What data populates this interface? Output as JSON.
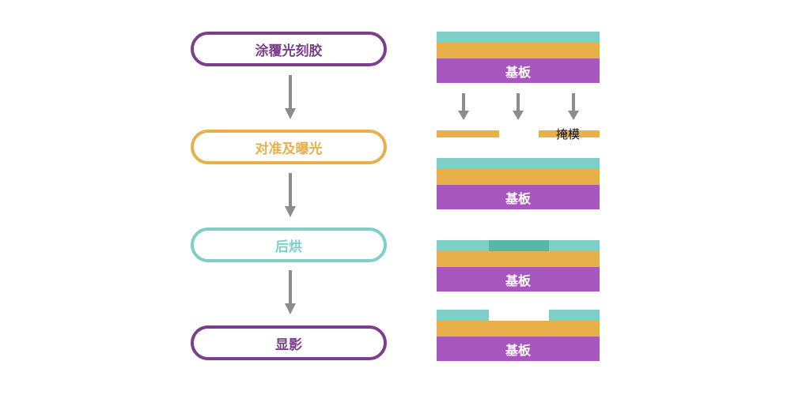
{
  "steps": [
    {
      "label": "涂覆光刻胶",
      "color": "#7b3f8e"
    },
    {
      "label": "对准及曝光",
      "color": "#e8b04a"
    },
    {
      "label": "后烘",
      "color": "#7ecfc8"
    },
    {
      "label": "显影",
      "color": "#7b3f8e"
    }
  ],
  "substrate_label": "基板",
  "mask_label": "掩模",
  "colors": {
    "photoresist": "#7ecfc8",
    "exposed_photoresist": "#58b5aa",
    "middle_layer": "#e8b04a",
    "substrate": "#a757be",
    "mask": "#e8b04a",
    "arrow": "#8c8c8c"
  }
}
